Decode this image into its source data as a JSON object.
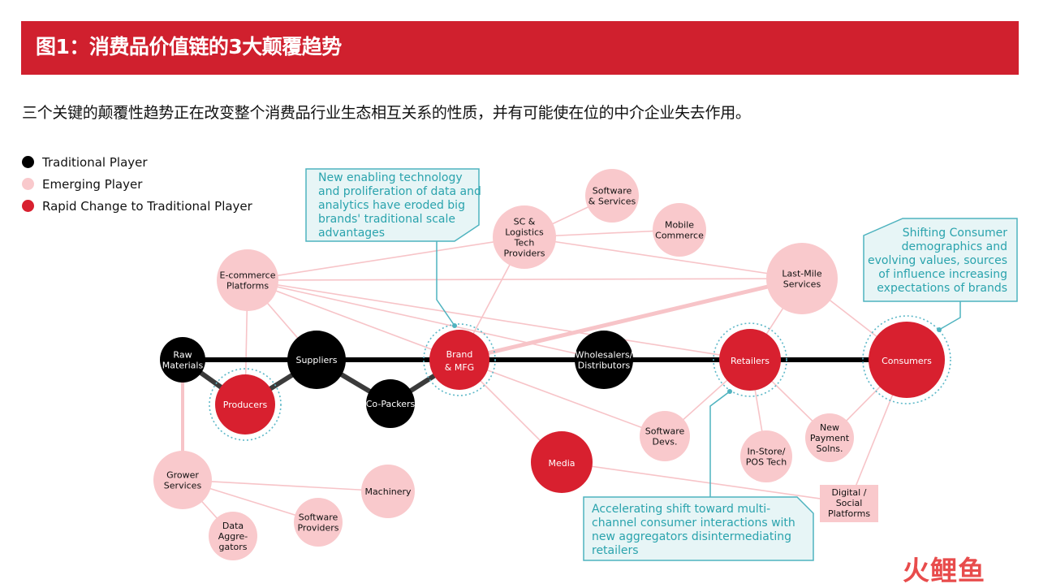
{
  "header": {
    "title": "图1：消费品价值链的3大颠覆趋势"
  },
  "subtitle": "三个关键的颠覆性趋势正在改变整个消费品行业生态相互关系的性质，并有可能使在位的中介企业失去作用。",
  "legend": [
    {
      "label": "Traditional Player",
      "color": "#000000"
    },
    {
      "label": "Emerging Player",
      "color": "#f9c9cc"
    },
    {
      "label": "Rapid Change to Traditional Player",
      "color": "#d8202f"
    }
  ],
  "colors": {
    "traditional": "#000000",
    "emerging": "#f9c9cc",
    "rapid": "#d8202f",
    "callout": "#2aa3ad",
    "brand_red": "#d0202e"
  },
  "nodes": [
    {
      "id": "raw",
      "type": "traditional",
      "lines": [
        "Raw",
        "Materials"
      ]
    },
    {
      "id": "producers",
      "type": "rapid",
      "lines": [
        "Producers"
      ]
    },
    {
      "id": "suppliers",
      "type": "traditional",
      "lines": [
        "Suppliers"
      ]
    },
    {
      "id": "copackers",
      "type": "traditional",
      "lines": [
        "Co-Packers"
      ]
    },
    {
      "id": "brand",
      "type": "rapid",
      "lines": [
        "Brand",
        "& MFG"
      ]
    },
    {
      "id": "wholesalers",
      "type": "traditional",
      "lines": [
        "Wholesalers/",
        "Distributors"
      ]
    },
    {
      "id": "retailers",
      "type": "rapid",
      "lines": [
        "Retailers"
      ]
    },
    {
      "id": "consumers",
      "type": "rapid",
      "lines": [
        "Consumers"
      ]
    },
    {
      "id": "ecommerce",
      "type": "emerging",
      "lines": [
        "E-commerce",
        "Platforms"
      ]
    },
    {
      "id": "sc",
      "type": "emerging",
      "lines": [
        "SC &",
        "Logistics",
        "Tech",
        "Providers"
      ]
    },
    {
      "id": "software_services",
      "type": "emerging",
      "lines": [
        "Software",
        "& Services"
      ]
    },
    {
      "id": "mobile",
      "type": "emerging",
      "lines": [
        "Mobile",
        "Commerce"
      ]
    },
    {
      "id": "lastmile",
      "type": "emerging",
      "lines": [
        "Last-Mile",
        "Services"
      ]
    },
    {
      "id": "media",
      "type": "rapid",
      "lines": [
        "Media"
      ]
    },
    {
      "id": "software_devs",
      "type": "emerging",
      "lines": [
        "Software",
        "Devs."
      ]
    },
    {
      "id": "instore",
      "type": "emerging",
      "lines": [
        "In-Store/",
        "POS Tech"
      ]
    },
    {
      "id": "payment",
      "type": "emerging",
      "lines": [
        "New",
        "Payment",
        "Solns."
      ]
    },
    {
      "id": "digital",
      "type": "emerging",
      "lines": [
        "Digital /",
        "Social",
        "Platforms"
      ]
    },
    {
      "id": "grower",
      "type": "emerging",
      "lines": [
        "Grower",
        "Services"
      ]
    },
    {
      "id": "machinery",
      "type": "emerging",
      "lines": [
        "Machinery"
      ]
    },
    {
      "id": "data_agg",
      "type": "emerging",
      "lines": [
        "Data",
        "Aggre-",
        "gators"
      ]
    },
    {
      "id": "software_providers",
      "type": "emerging",
      "lines": [
        "Software",
        "Providers"
      ]
    }
  ],
  "callouts": [
    {
      "id": "tech",
      "lines": [
        "New enabling technology",
        "and proliferation of data and",
        "analytics have eroded big",
        "brands' traditional scale",
        "advantages"
      ]
    },
    {
      "id": "consumer",
      "lines": [
        "Shifting Consumer",
        "demographics and",
        "evolving values, sources",
        "of influence increasing",
        "expectations of brands"
      ]
    },
    {
      "id": "channel",
      "lines": [
        "Accelerating shift toward multi-",
        "channel consumer interactions with",
        "new aggregators disintermediating",
        "retailers"
      ]
    }
  ],
  "logo": {
    "text": "火鲤鱼"
  }
}
